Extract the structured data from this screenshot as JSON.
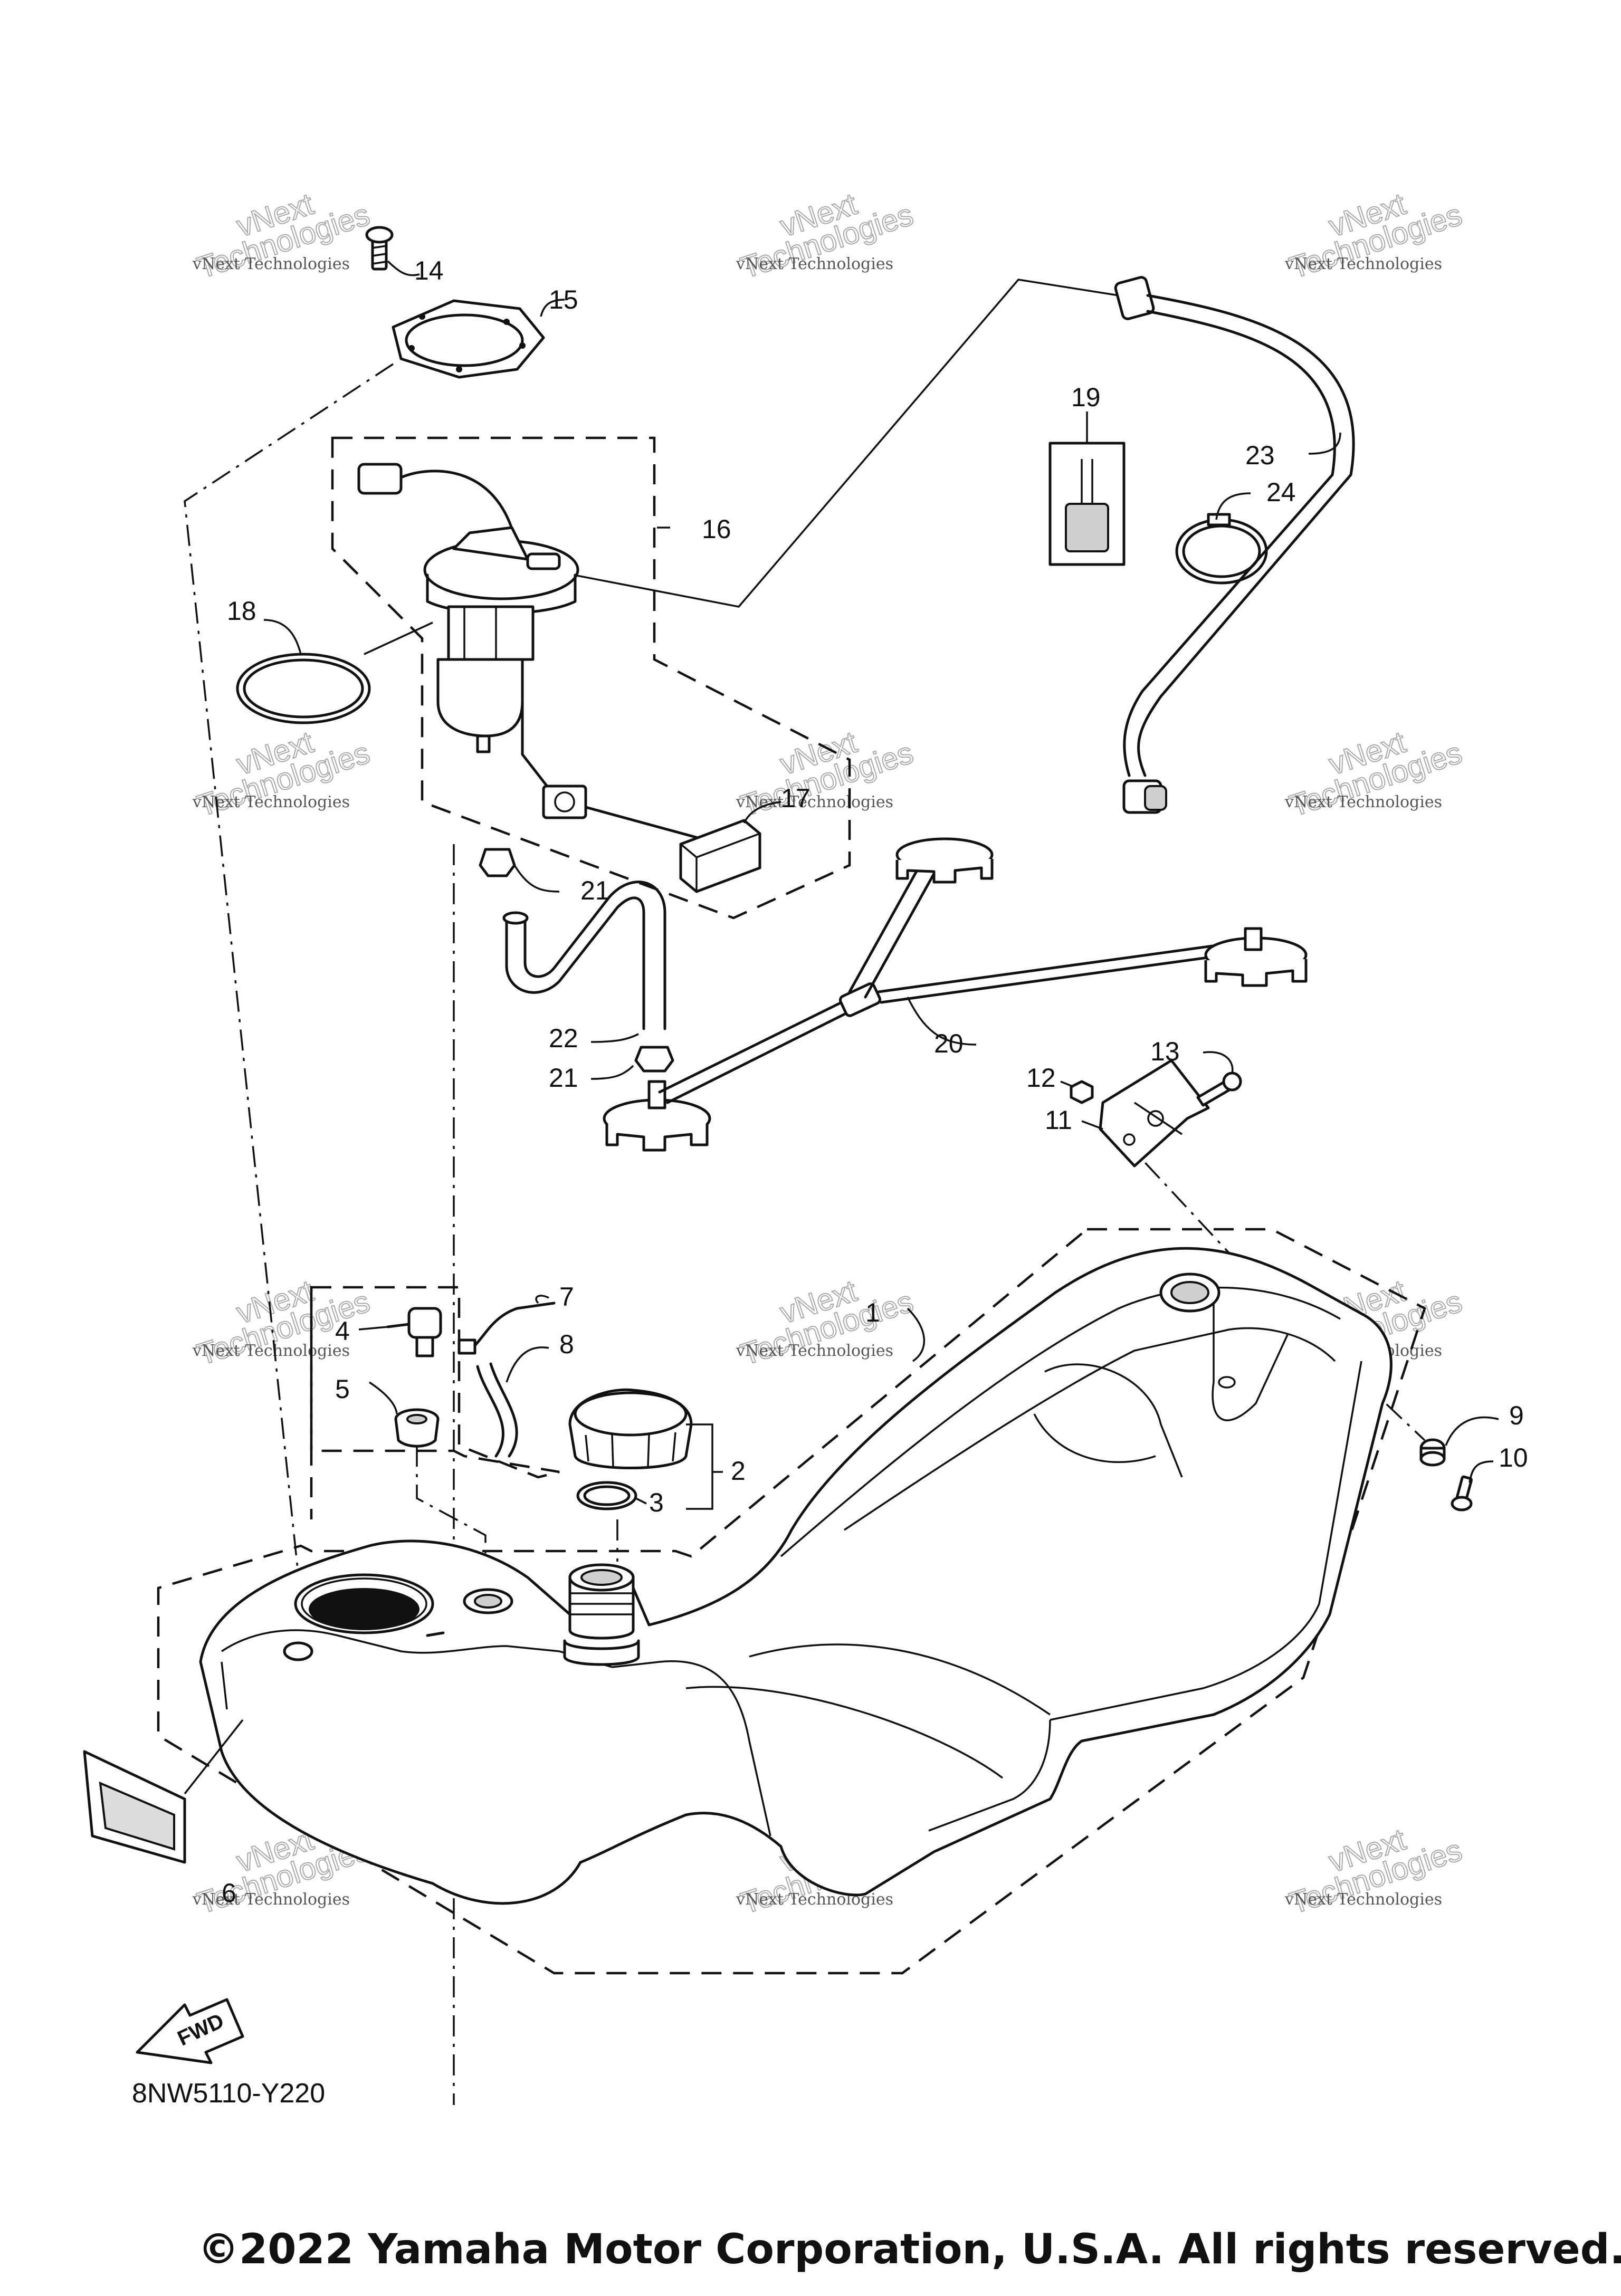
{
  "diagram": {
    "callouts": [
      "1",
      "2",
      "3",
      "4",
      "5",
      "6",
      "7",
      "8",
      "9",
      "10",
      "11",
      "12",
      "13",
      "14",
      "15",
      "16",
      "17",
      "18",
      "19",
      "20",
      "21",
      "21",
      "22",
      "23",
      "24"
    ],
    "watermark": {
      "line1": "vNext Technologies",
      "line2": "vNext",
      "line3": "Technologies"
    },
    "fwd_label": "FWD",
    "diagram_code": "8NW5110-Y220",
    "copyright": "©2022 Yamaha Motor Corporation, U.S.A. All rights reserved."
  }
}
